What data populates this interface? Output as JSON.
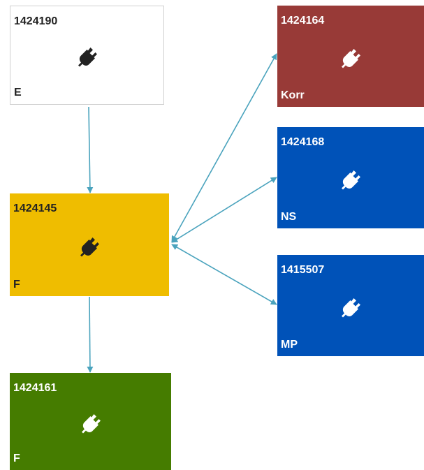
{
  "colors": {
    "edge": "#4aa3bd"
  },
  "nodes": {
    "n1424190": {
      "id": "1424190",
      "code": "E",
      "icon": "plug-icon",
      "color": "#ffffff"
    },
    "n1424145": {
      "id": "1424145",
      "code": "F",
      "icon": "plug-icon",
      "color": "#efbd00"
    },
    "n1424161": {
      "id": "1424161",
      "code": "F",
      "icon": "plug-icon",
      "color": "#457c00"
    },
    "n1424164": {
      "id": "1424164",
      "code": "Korr",
      "icon": "plug-icon",
      "color": "#983a37"
    },
    "n1424168": {
      "id": "1424168",
      "code": "NS",
      "icon": "plug-icon",
      "color": "#0052b8"
    },
    "n1415507": {
      "id": "1415507",
      "code": "MP",
      "icon": "plug-icon",
      "color": "#0052b8"
    }
  },
  "edges": [
    {
      "from": "1424190",
      "to": "1424145",
      "direction": "forward"
    },
    {
      "from": "1424145",
      "to": "1424161",
      "direction": "forward"
    },
    {
      "from": "1424145",
      "to": "1424164",
      "direction": "both"
    },
    {
      "from": "1424145",
      "to": "1424168",
      "direction": "both"
    },
    {
      "from": "1424145",
      "to": "1415507",
      "direction": "both"
    }
  ]
}
